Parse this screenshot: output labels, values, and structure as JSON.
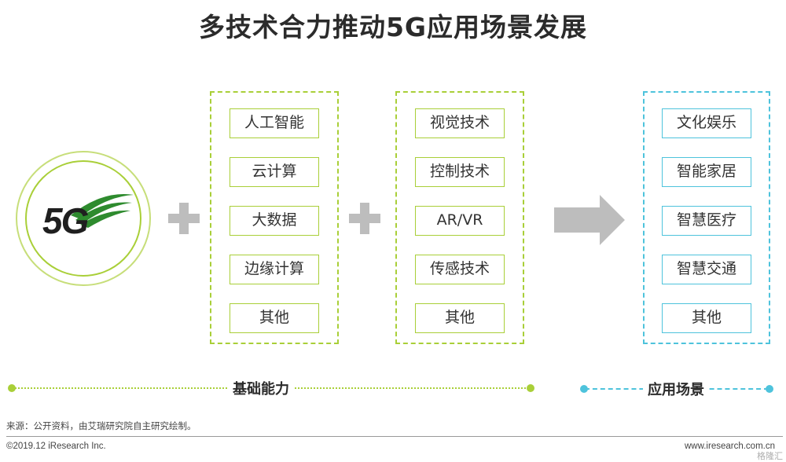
{
  "title": "多技术合力推动5G应用场景发展",
  "logo": {
    "text": "5G",
    "color": "#1f1f1f",
    "wave_color": "#2e8b2e"
  },
  "foundation": {
    "label": "基础能力",
    "group1": [
      "人工智能",
      "云计算",
      "大数据",
      "边缘计算",
      "其他"
    ],
    "group2": [
      "视觉技术",
      "控制技术",
      "AR/VR",
      "传感技术",
      "其他"
    ]
  },
  "applications": {
    "label": "应用场景",
    "items": [
      "文化娱乐",
      "智能家居",
      "智慧医疗",
      "智慧交通",
      "其他"
    ]
  },
  "colors": {
    "green": "#a9cf38",
    "blue": "#4ec3dc",
    "gray": "#bdbdbd"
  },
  "footer": {
    "source": "来源：公开资料，由艾瑞研究院自主研究绘制。",
    "copyright": "©2019.12 iResearch Inc.",
    "website": "www.iresearch.com.cn",
    "watermark": "格隆汇"
  }
}
